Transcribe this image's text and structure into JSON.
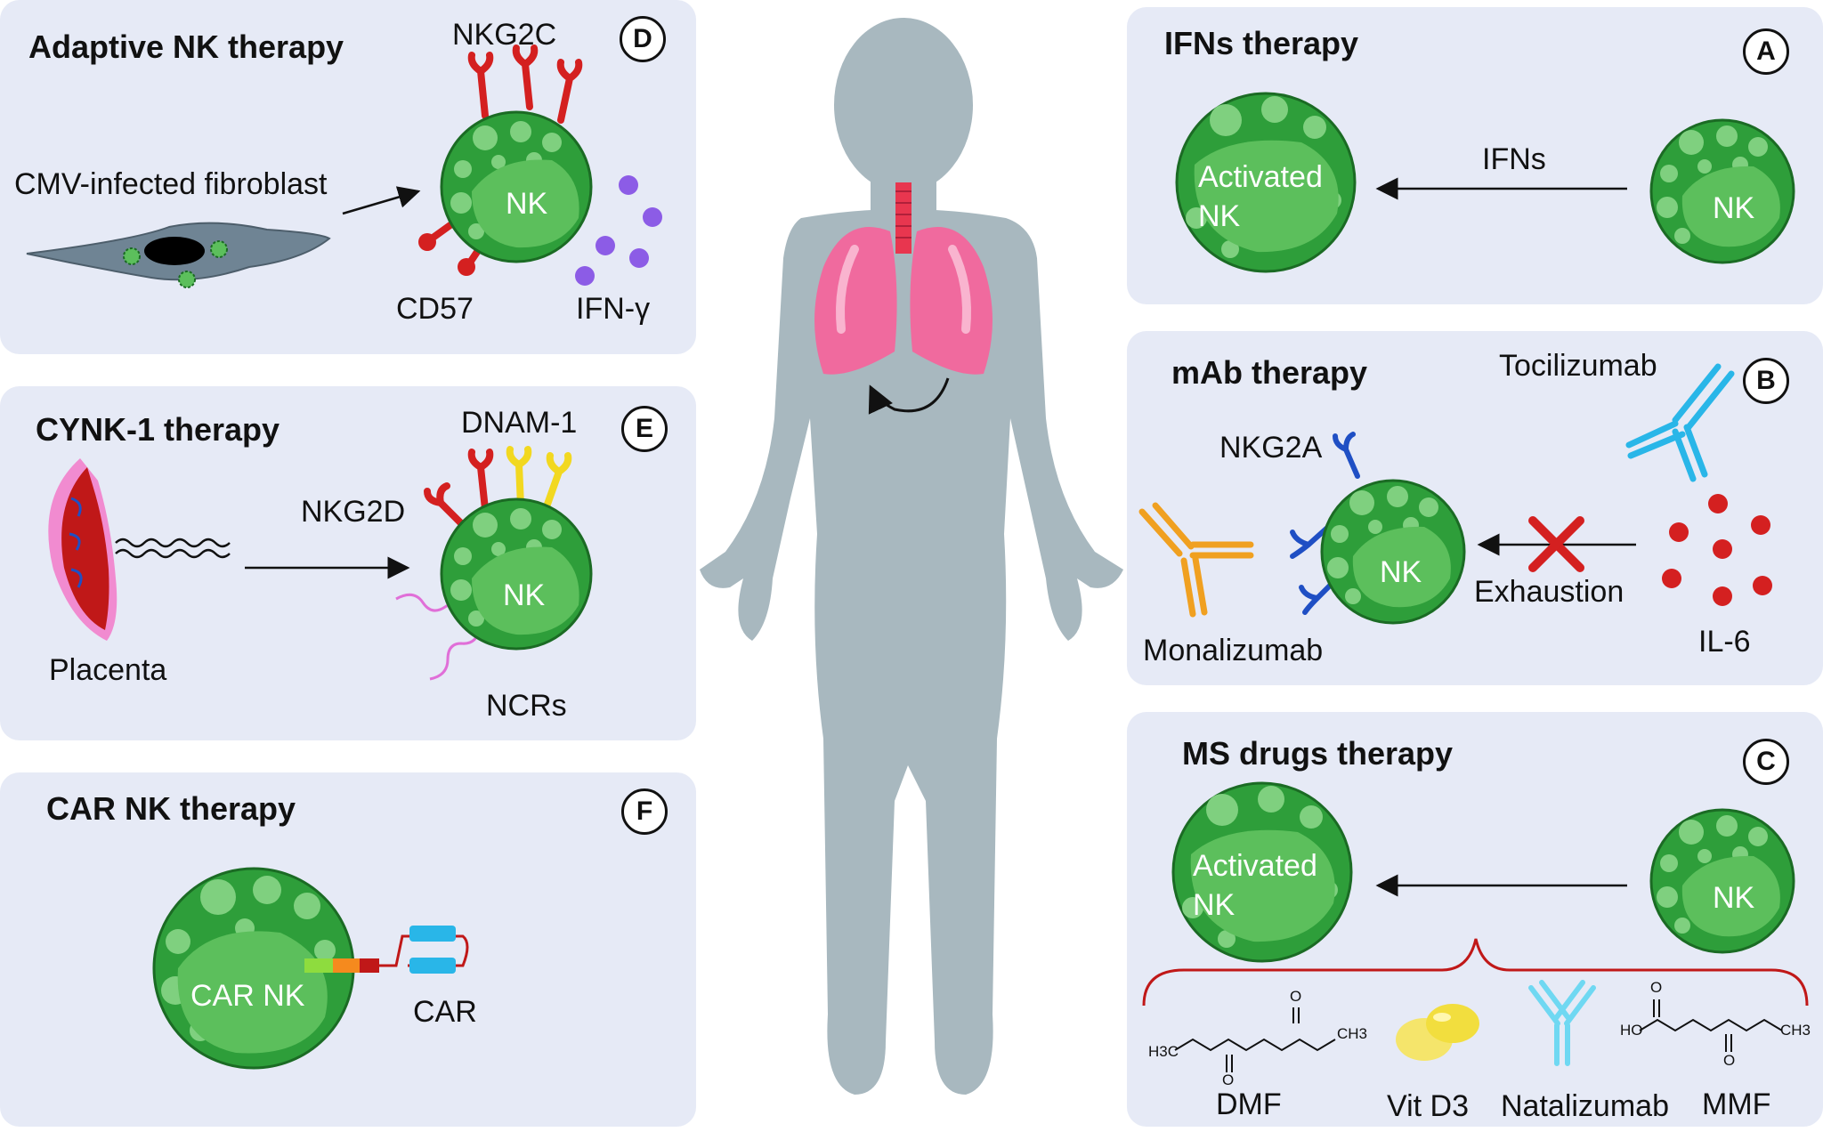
{
  "panels": {
    "D": {
      "title": "Adaptive NK therapy",
      "badge": "D",
      "receptor": "NKG2C",
      "source": "CMV-infected fibroblast",
      "marker": "CD57",
      "cytokine": "IFN-γ",
      "cell": "NK"
    },
    "E": {
      "title": "CYNK-1 therapy",
      "badge": "E",
      "receptor1": "DNAM-1",
      "receptor2": "NKG2D",
      "source": "Placenta",
      "ncr": "NCRs",
      "cell": "NK"
    },
    "F": {
      "title": "CAR NK therapy",
      "badge": "F",
      "cell": "CAR NK",
      "car": "CAR"
    },
    "A": {
      "title": "IFNs therapy",
      "badge": "A",
      "activated": "Activated",
      "activated2": "NK",
      "arrow_label": "IFNs",
      "cell": "NK"
    },
    "B": {
      "title": "mAb therapy",
      "badge": "B",
      "antibody1": "Tocilizumab",
      "receptor": "NKG2A",
      "antibody2": "Monalizumab",
      "blocked": "Exhaustion",
      "cytokine": "IL-6",
      "cell": "NK"
    },
    "C": {
      "title": "MS drugs therapy",
      "badge": "C",
      "activated": "Activated",
      "activated2": "NK",
      "cell": "NK",
      "drugs": [
        "DMF",
        "Vit D3",
        "Natalizumab",
        "MMF"
      ]
    }
  },
  "chem": {
    "h3c": "H3C",
    "ch3": "CH3",
    "ho": "HO",
    "o": "O"
  },
  "colors": {
    "panel": "#e6eaf6",
    "nk_cell": "#2e9e3a",
    "nk_nucleus": "#5cbf5c",
    "body": "#a8b8bf",
    "lung": "#f06a9e",
    "receptor_red": "#d42020",
    "receptor_blue": "#1f4fc4",
    "receptor_yellow": "#f2d820",
    "antibody_orange": "#f0a020",
    "antibody_cyan": "#29b6e8",
    "il6": "#d42020",
    "ifn": "#8c5ce6"
  }
}
